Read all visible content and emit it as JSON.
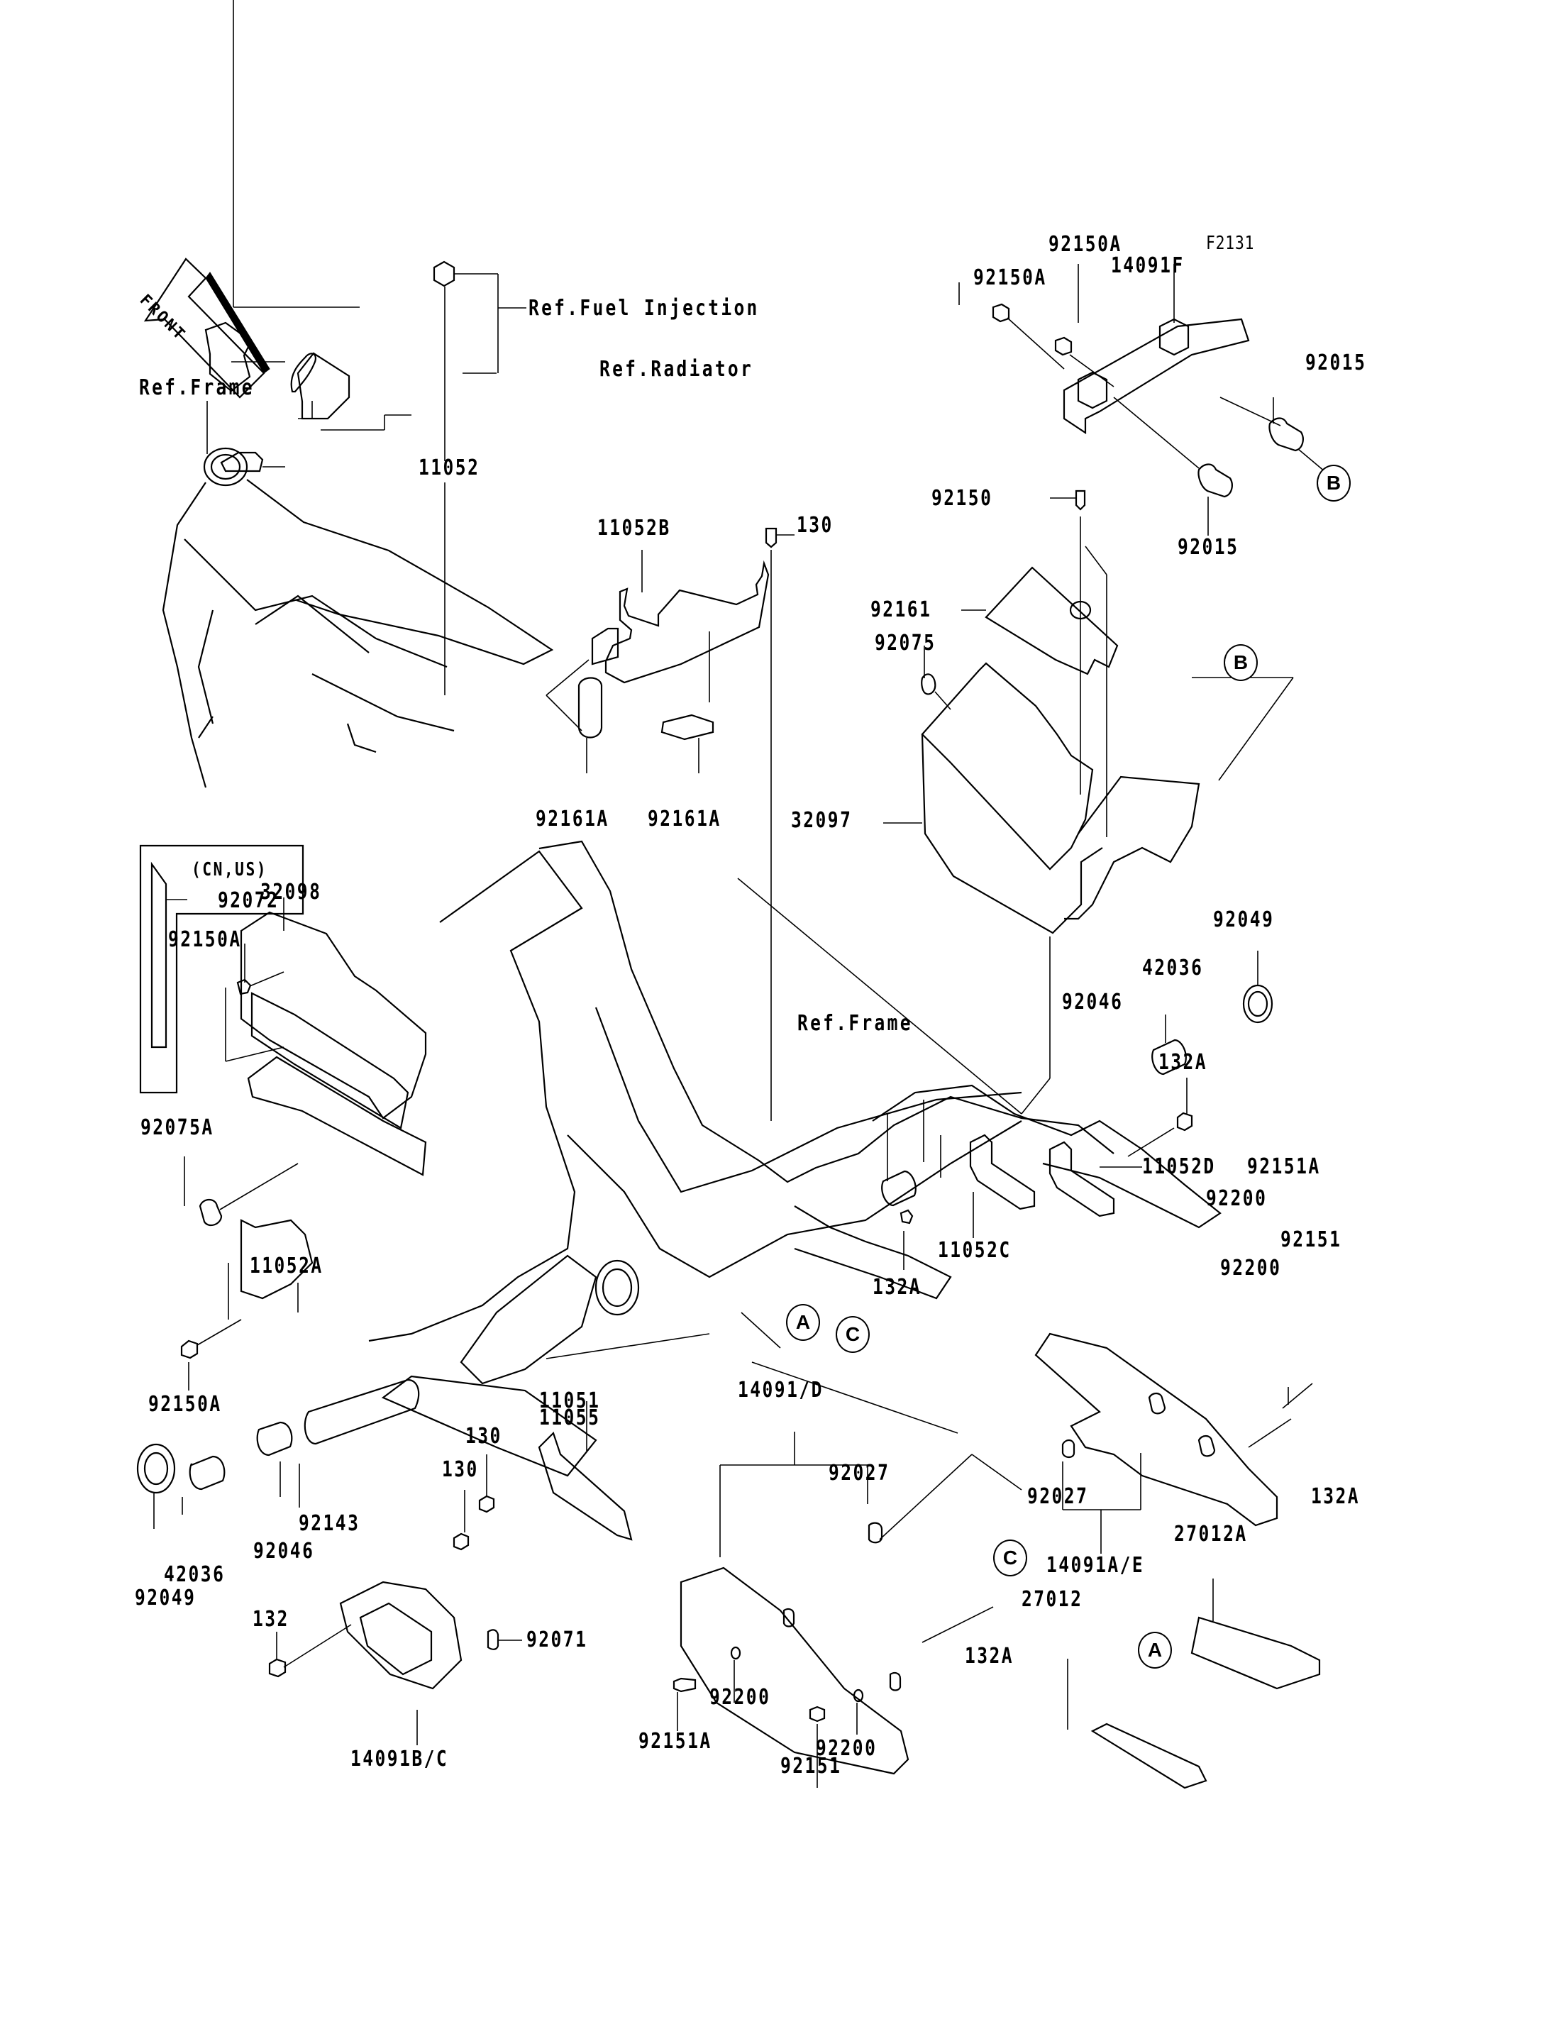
{
  "diagram": {
    "figure_code": "F2131",
    "front_indicator": "FRONT",
    "references": {
      "frame_top": "Ref.Frame",
      "frame_mid": "Ref.Frame",
      "fuel_injection": "Ref.Fuel Injection",
      "radiator": "Ref.Radiator"
    },
    "region_note": "(CN,US)",
    "callouts": {
      "A_1": "A",
      "A_2": "A",
      "B_1": "B",
      "B_2": "B",
      "C_1": "C",
      "C_2": "C"
    },
    "parts": {
      "p11052": "11052",
      "p11052B": "11052B",
      "p130_top": "130",
      "p92150A_top1": "92150A",
      "p92150A_top2": "92150A",
      "p14091F": "14091F",
      "p92015_1": "92015",
      "p92015_2": "92015",
      "p92150": "92150",
      "p92161": "92161",
      "p92075": "92075",
      "p92161A_1": "92161A",
      "p92161A_2": "92161A",
      "p32097": "32097",
      "p92072": "92072",
      "p32098": "32098",
      "p92150A_left": "92150A",
      "p92049_right": "92049",
      "p42036_right": "42036",
      "p92046_right": "92046",
      "p132A_right": "132A",
      "p92075A": "92075A",
      "p11052D": "11052D",
      "p92151A_right": "92151A",
      "p92200_right1": "92200",
      "p92151_right": "92151",
      "p92200_right2": "92200",
      "p11052A": "11052A",
      "p11052C": "11052C",
      "p132A_mid": "132A",
      "p92150A_bottom": "92150A",
      "p11051": "11051",
      "p11055": "11055",
      "p14091D": "14091/D",
      "p92027_1": "92027",
      "p92027_2": "92027",
      "p130_a": "130",
      "p130_b": "130",
      "p92143": "92143",
      "p92046_left": "92046",
      "p42036_left": "42036",
      "p92049_left": "92049",
      "p14091AE": "14091A/E",
      "p132A_far": "132A",
      "p27012A": "27012A",
      "p27012": "27012",
      "p132": "132",
      "p92071": "92071",
      "p92200_mid1": "92200",
      "p92151A_mid": "92151A",
      "p92151_mid": "92151",
      "p92200_mid2": "92200",
      "p132A_bottom": "132A",
      "p14091BC": "14091B/C"
    }
  }
}
